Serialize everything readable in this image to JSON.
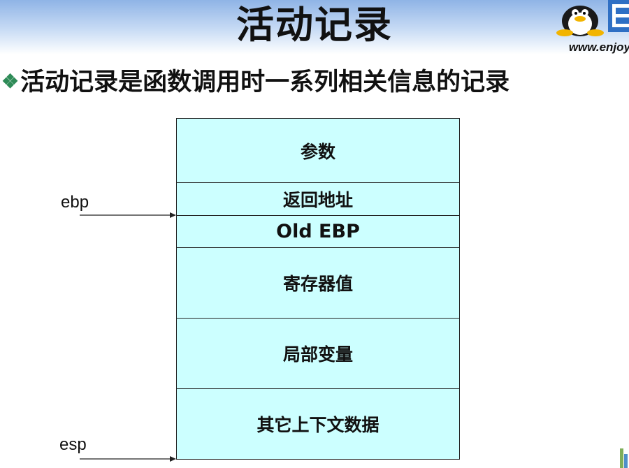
{
  "slide": {
    "title": "活动记录",
    "site_url": "www.enjoy",
    "bullet_icon": "diamond-bullet-icon",
    "bullet_text": "活动记录是函数调用时一系列相关信息的记录",
    "accent_color": "#2e8b57",
    "header_color": "#8fb4e6"
  },
  "diagram": {
    "cell_fill": "#ccffff",
    "cells": [
      {
        "label": "参数"
      },
      {
        "label": "返回地址"
      },
      {
        "label": "Old EBP"
      },
      {
        "label": "寄存器值"
      },
      {
        "label": "局部变量"
      },
      {
        "label": "其它上下文数据"
      }
    ],
    "pointers": [
      {
        "label": "ebp"
      },
      {
        "label": "esp"
      }
    ]
  }
}
